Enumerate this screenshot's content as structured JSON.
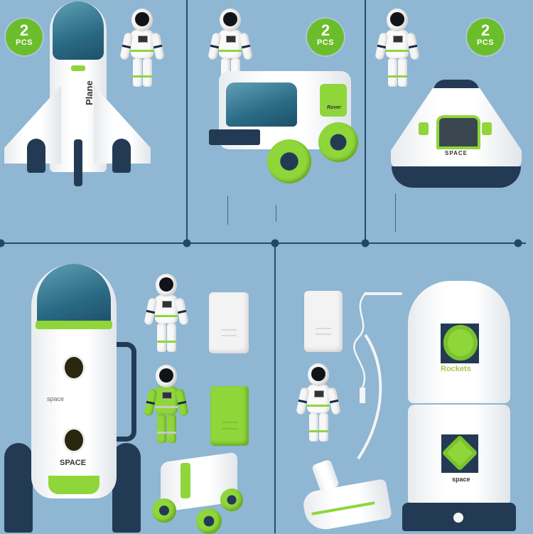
{
  "page": {
    "background_color": "#8fb6d2",
    "divider_color": "#244e6b",
    "accent_green": "#8fd63a",
    "badge_green": "#6cbd2c",
    "navy": "#233a55"
  },
  "panels": [
    {
      "id": "space-shuttle",
      "badge": {
        "number": "2",
        "unit": "PCS"
      },
      "items": [
        "space-shuttle",
        "astronaut-figure"
      ],
      "labels": {
        "shuttle_text": "Plane"
      }
    },
    {
      "id": "moon-rover",
      "badge": {
        "number": "2",
        "unit": "PCS"
      },
      "items": [
        "astronaut-figure",
        "moon-rover-vehicle"
      ],
      "labels": {
        "rover_text": "Rover"
      }
    },
    {
      "id": "space-capsule",
      "badge": {
        "number": "2",
        "unit": "PCS"
      },
      "items": [
        "astronaut-figure",
        "space-capsule"
      ],
      "labels": {
        "capsule_text": "SPACE"
      }
    },
    {
      "id": "rocket-set",
      "items": [
        "rocket",
        "astronaut-white",
        "backpack-white",
        "astronaut-green",
        "backpack-green",
        "mini-rover"
      ],
      "labels": {
        "rocket_small_text": "space",
        "rocket_big_text": "SPACE"
      }
    },
    {
      "id": "space-station-set",
      "items": [
        "backpack-white",
        "tether-cable",
        "astronaut-white",
        "space-scooter",
        "space-station-tower"
      ],
      "labels": {
        "station_top_text": "Rockets",
        "station_bottom_text": "space"
      }
    }
  ]
}
